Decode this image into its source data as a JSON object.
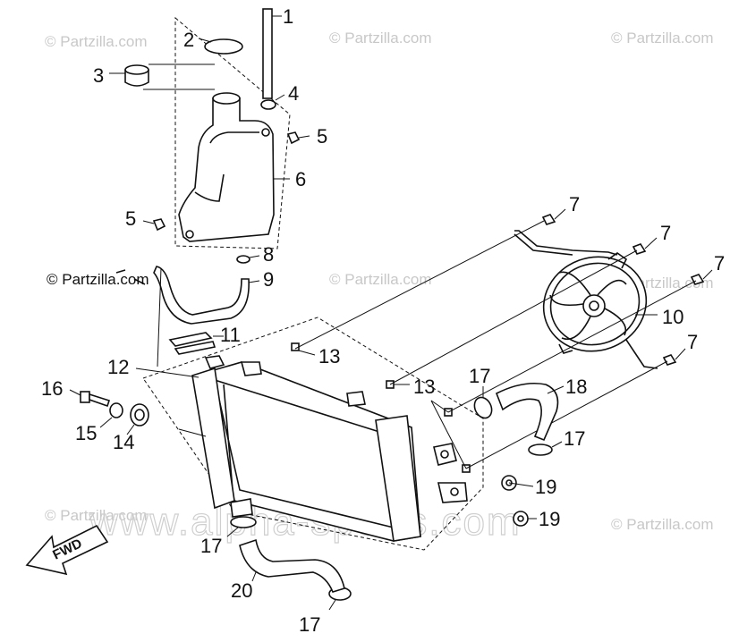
{
  "watermarks": {
    "partzilla": "© Partzilla.com",
    "alpha": "www.alpha-sports.com"
  },
  "copyright": "© Partzilla.com",
  "fwd_label": "FWD",
  "callouts": {
    "c1": "1",
    "c2": "2",
    "c3": "3",
    "c4": "4",
    "c5a": "5",
    "c5b": "5",
    "c6": "6",
    "c7a": "7",
    "c7b": "7",
    "c7c": "7",
    "c7d": "7",
    "c8": "8",
    "c9": "9",
    "c10": "10",
    "c11": "11",
    "c12": "12",
    "c13a": "13",
    "c13b": "13",
    "c14": "14",
    "c15": "15",
    "c16": "16",
    "c17a": "17",
    "c17b": "17",
    "c17c": "17",
    "c17d": "17",
    "c18": "18",
    "c19a": "19",
    "c19b": "19",
    "c20": "20"
  }
}
